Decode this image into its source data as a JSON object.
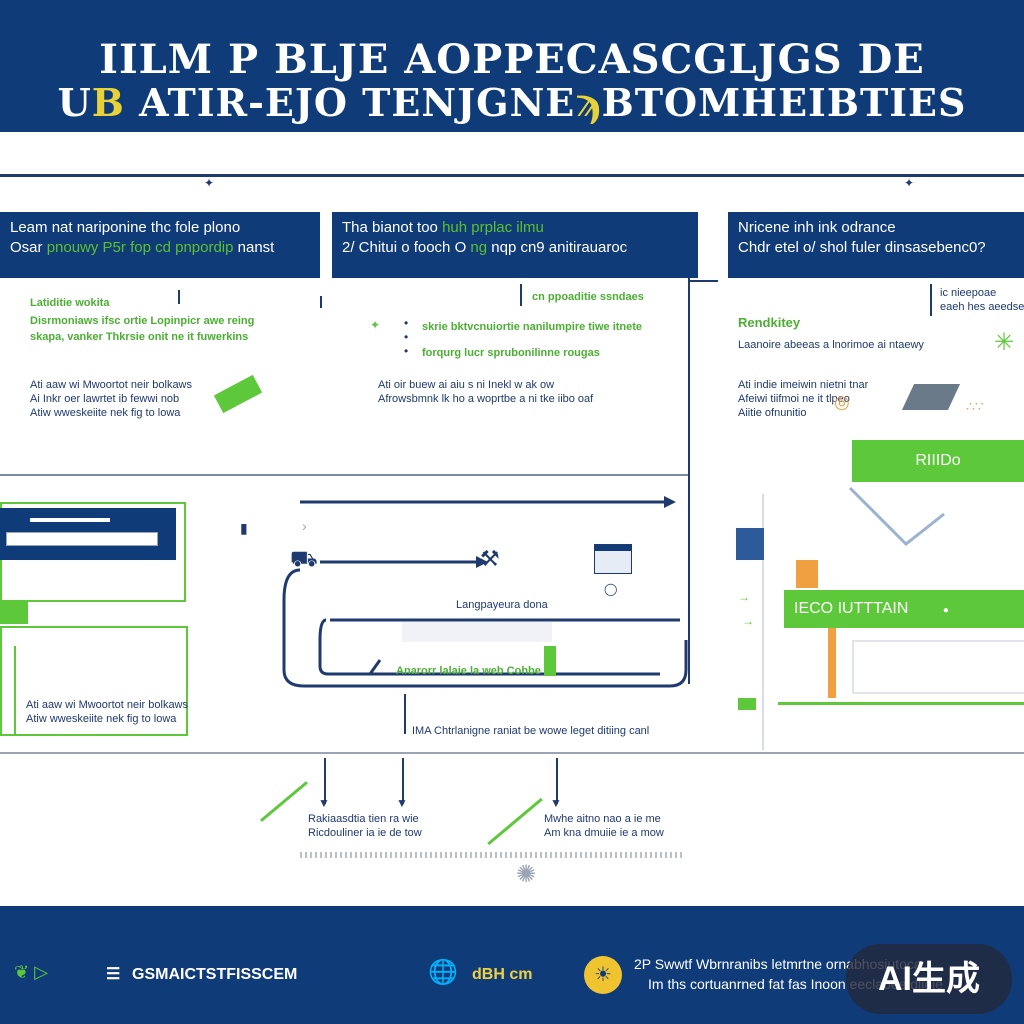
{
  "header": {
    "title_line1": "IILM P BLJE AOPPECASCGLJGS DE",
    "title_line2_a": "U",
    "title_line2_hl": "B",
    "title_line2_b": " ATIR-EJO TENJGNE",
    "title_line2_hl2": "ϡ",
    "title_line2_c": "BTOMHEIBTIES"
  },
  "panels": {
    "left": {
      "pill_line1": "Leam nat nariponine thc fole plono",
      "pill_line2_a": "Osar ",
      "pill_line2_green": "pnouwy P5r fop cd pnpordip",
      "pill_line2_b": " nanst",
      "heading": "Latiditie wokita",
      "line1": "Disrmoniaws ifsc ortie Lopinpicr awe reing",
      "line2": "skapa, vanker Thkrsie onit ne it fuwerkins",
      "text1": "Ati aaw wi Mwoortot neir bolkaws",
      "text2": "Ai Inkr oer lawrtet ib fewwi nob",
      "text3": "Atiw wweskeiite nek fig to lowa"
    },
    "middle": {
      "pill_line1_a": "Tha bianot too ",
      "pill_line1_green": "huh prplac ilmu",
      "pill_line2_a": "2/ Chitui o fooch O ",
      "pill_line2_green": "ng",
      "pill_line2_b": " nqp cn9 anitirauaroc",
      "label_top": "cn ppoaditie ssndaes",
      "line1": "skrie bktvcnuiortie nanilumpire tiwe itnete",
      "line2": "forqurg lucr sprubonilinne rougas",
      "text1": "Ati oir buew ai aiu s ni Inekl w ak ow",
      "text2": "Afrowsbmnk lk ho a woprtbe a ni tke iibo oaf",
      "caption": "Langpayeura dona",
      "caption2": "Anarorr lalaie la web Cohbe",
      "bottom_caption": "IMA Chtrlanigne raniat be wowe leget ditiing canl"
    },
    "right": {
      "pill_line1": "Nricene inh ink odrance",
      "pill_line2": "Chdr etel o/ shol fuler dinsasebenc0?",
      "side_text1": "ic nieepoae",
      "side_text2": "eaeh hes aeedse",
      "heading": "Rendkitey",
      "line1": "Laanoire abeeas a lnorimoe ai ntaewy",
      "text1": "Ati indie imeiwin nietni tnar",
      "text2": "Afeiwi tiifmoi ne it tlpeo",
      "text3": "Aiitie ofnunitio",
      "button_label": "RIIIDo",
      "bar_label": "IECO IUTTTAIN"
    }
  },
  "bottom": {
    "col1_line1": "Rakiaasdtia tien ra wie",
    "col1_line2": "Ricdouliner ia ie de tow",
    "col2_line1": "Mwhe aitno nao a ie me",
    "col2_line2": "Am kna dmuiie ie a mow"
  },
  "footer": {
    "left_text": "GSMAICTSTFISSCEM",
    "mid_text": "dBH cm",
    "right_line1": "2P Swwtf Wbrnranibs letmrtne ornabhosiutoca",
    "right_line2": "Im ths cortuanrned fat fas Inoon eeclabee dlioie",
    "watermark": "AI生成"
  },
  "colors": {
    "navy": "#0f3c78",
    "green": "#5cc83a",
    "orange": "#f0a040",
    "yellow": "#e8d23a"
  }
}
